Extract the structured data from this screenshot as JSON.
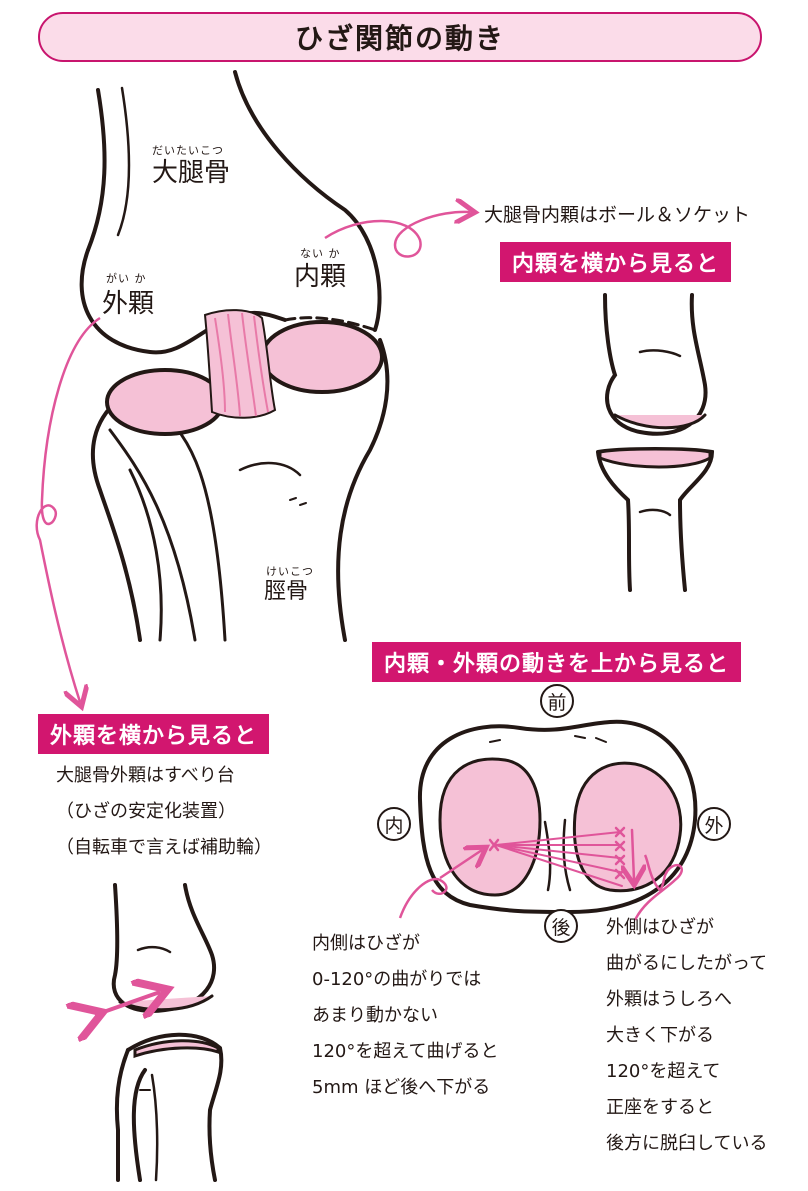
{
  "title": "ひざ関節の動き",
  "main_diagram": {
    "femur": {
      "ruby": "だいたいこつ",
      "label": "大腿骨"
    },
    "medial_condyle": {
      "ruby": "ない か",
      "label": "内顆"
    },
    "lateral_condyle": {
      "ruby": "がい か",
      "label": "外顆"
    },
    "tibia": {
      "ruby": "けいこつ",
      "label": "脛骨"
    }
  },
  "medial_note": "大腿骨内顆はボール＆ソケット",
  "medial_side_heading": "内顆を横から見ると",
  "lateral_side_heading": "外顆を横から見ると",
  "lateral_notes": [
    "大腿骨外顆はすべり台",
    "（ひざの安定化装置）",
    "（自転車で言えば補助輪）"
  ],
  "top_view_heading": "内顆・外顆の動きを上から見ると",
  "top_view_labels": {
    "front": "前",
    "back": "後",
    "inner": "内",
    "outer": "外"
  },
  "inner_notes": [
    "内側はひざが",
    "0-120°の曲がりでは",
    "あまり動かない",
    "120°を超えて曲げると",
    "5mm ほど後へ下がる"
  ],
  "outer_notes": [
    "外側はひざが",
    "曲がるにしたがって",
    "外顆はうしろへ",
    "大きく下がる",
    "120°を超えて",
    "正座をすると",
    "後方に脱臼している"
  ],
  "colors": {
    "accent": "#d2166f",
    "pink_fill": "#f5c1d6",
    "line": "#231815",
    "title_bg": "#fbdce9"
  }
}
